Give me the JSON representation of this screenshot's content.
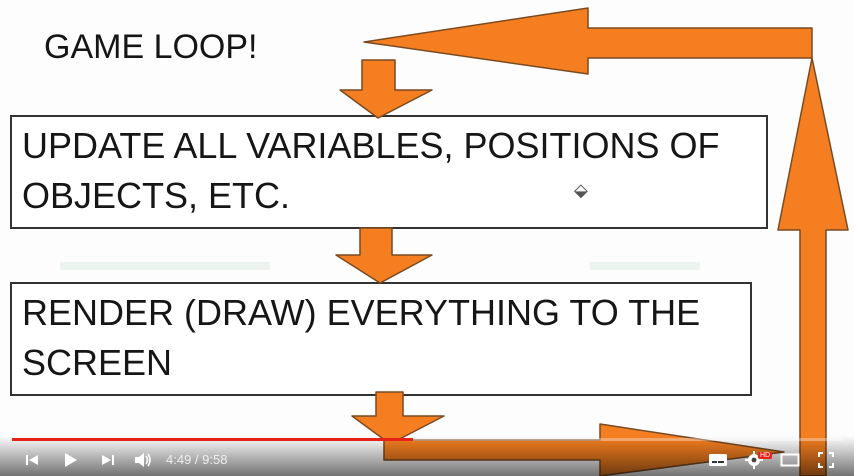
{
  "slide": {
    "title": "GAME LOOP!",
    "steps": [
      "UPDATE ALL VARIABLES, POSITIONS OF OBJECTS, ETC.",
      "RENDER (DRAW) EVERYTHING TO THE SCREEN"
    ],
    "arrow_color": "#f57f20"
  },
  "player": {
    "current_time": "4:49",
    "duration": "9:58",
    "time_separator": " / ",
    "progress": 0.483,
    "progress_color": "#e62117",
    "hd_badge": "HD",
    "icons": [
      "skip-back-icon",
      "play-icon",
      "next-icon",
      "volume-icon",
      "subtitles-icon",
      "settings-icon",
      "theater-mode-icon",
      "fullscreen-icon"
    ]
  }
}
